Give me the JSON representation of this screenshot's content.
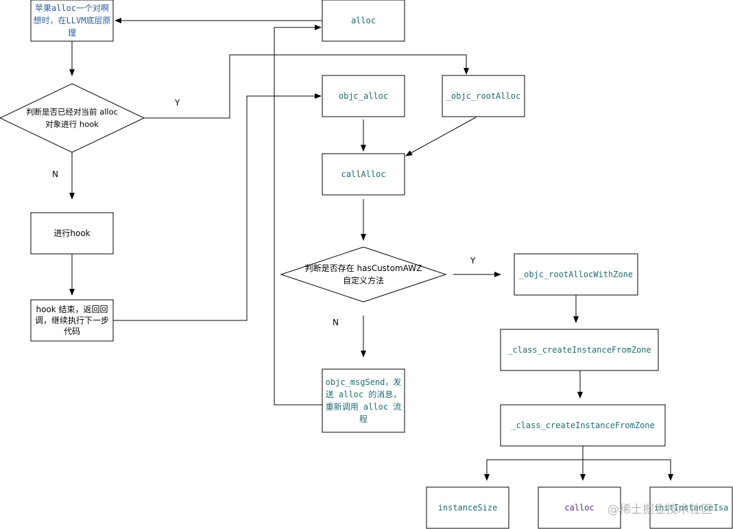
{
  "nodes": {
    "apple_alloc_note": [
      "苹果alloc一个对啊",
      "想时，在LLVM底层原",
      "理"
    ],
    "alloc": "alloc",
    "decision_hooked": [
      "判断是否已经对当前 alloc",
      "对象进行 hook"
    ],
    "objc_alloc": "objc_alloc",
    "objc_rootAlloc": "_objc_rootAlloc",
    "callAlloc": "callAlloc",
    "do_hook": "进行hook",
    "decision_custom_awz": [
      "判断是否存在 hasCustomAWZ",
      "自定义方法"
    ],
    "objc_rootAllocWithZone": "_objc_rootAllocWithZone",
    "hook_done": [
      "hook 结束，返回回",
      "调，继续执行下一步",
      "代码"
    ],
    "class_createInstanceFromZone_1": "_class_createInstanceFromZone",
    "objc_msgSend": [
      "objc_msgSend，发",
      "送 alloc 的消息，",
      "重新调用 alloc 流",
      "程"
    ],
    "class_createInstanceFromZone_2": "_class_createInstanceFromZone",
    "instanceSize": "instanceSize",
    "calloc": "calloc",
    "initInstanceIsa": "initInstanceIsa"
  },
  "edge_labels": {
    "hooked_yes": "Y",
    "hooked_no": "N",
    "awz_yes": "Y",
    "awz_no": "N"
  },
  "colors": {
    "stroke": "#000000",
    "code_text": "#1f6b75",
    "note_text": "#2a5d9a",
    "calloc_text": "#5b2a86"
  },
  "watermark": "@稀土掘金技术社区"
}
